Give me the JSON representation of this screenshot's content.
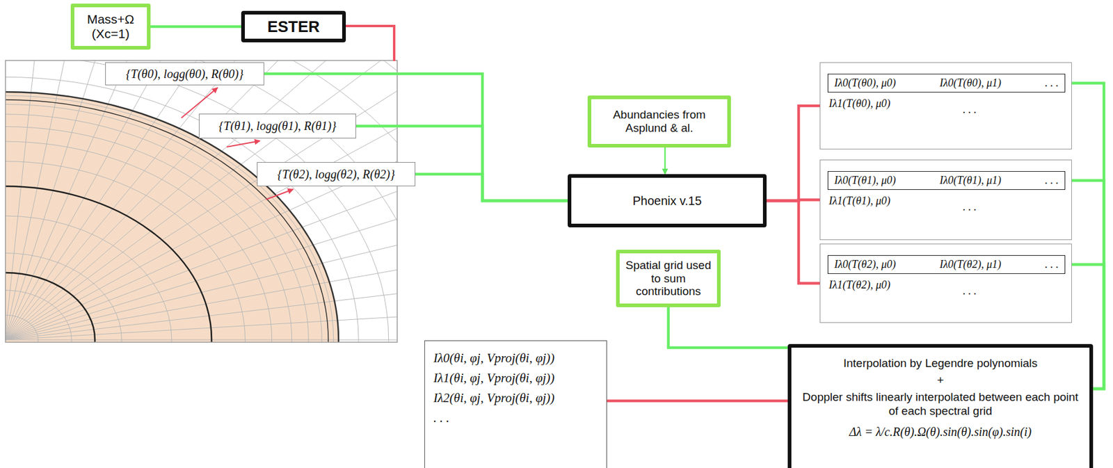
{
  "diagram": {
    "nodes": [
      {
        "text": [
          "Mass+Ω (Xc=1)"
        ]
      },
      {
        "text": [
          "ESTER"
        ]
      },
      {
        "text": [
          "{T(θ0), logg(θ0), R(θ0)}"
        ]
      },
      {
        "text": [
          "{T(θ1), logg(θ1), R(θ1)}"
        ]
      },
      {
        "text": [
          "{T(θ2), logg(θ2), R(θ2)}"
        ]
      },
      {
        "text": [
          "Abundancies from Asplund & al."
        ]
      },
      {
        "text": [
          "Phoenix v.15"
        ]
      },
      {
        "text": [
          "Iλ1(T(θ0), μ0)",
          ". . ."
        ]
      },
      {
        "text": [
          "Iλ0(T(θ0), μ0)",
          "Iλ0(T(θ0), μ1)",
          ". . ."
        ],
        "in": 7
      },
      {
        "text": [
          "Iλ1(T(θ1), μ0)",
          ". . ."
        ]
      },
      {
        "text": [
          "Iλ0(T(θ1), μ0)",
          "Iλ0(T(θ1), μ1)",
          ". . ."
        ],
        "in": 9
      },
      {
        "text": [
          "Iλ1(T(θ2), μ0)",
          ". . ."
        ]
      },
      {
        "text": [
          "Iλ0(T(θ2), μ0)",
          "Iλ0(T(θ2), μ1)",
          ". . ."
        ],
        "in": 11
      },
      {
        "text": [
          "Spatial grid used to sum contributions"
        ]
      },
      {
        "text": [
          "Interpolation by Legendre polynomials",
          "+",
          "Doppler shifts linearly interpolated between each point of each spectral grid",
          "Δλ = λ/c.R(θ).Ω(θ).sin(θ).sin(φ).sin(i)"
        ]
      },
      {
        "text": [
          "Iλ0(θi, φj, Vproj(θi, φj))",
          "Iλ1(θi, φj, Vproj(θi, φj))",
          "Iλ2(θi, φj, Vproj(θi, φj))",
          ". . ."
        ]
      }
    ],
    "edges": [
      {
        "from": 0,
        "to": 1,
        "arrow": "none"
      },
      {
        "from": 2,
        "to": 6,
        "arrow": "none"
      },
      {
        "from": 3,
        "to": 6,
        "arrow": "none"
      },
      {
        "from": 4,
        "to": 6,
        "arrow": "none"
      },
      {
        "from": 5,
        "to": 6,
        "arrow": "to"
      },
      {
        "from": 6,
        "to": 7,
        "arrow": "none"
      },
      {
        "from": 6,
        "to": 9,
        "arrow": "none"
      },
      {
        "from": 6,
        "to": 11,
        "arrow": "none"
      },
      {
        "from": 8,
        "to": 14,
        "arrow": "none"
      },
      {
        "from": 10,
        "to": 14,
        "arrow": "none"
      },
      {
        "from": 12,
        "to": 14,
        "arrow": "none"
      },
      {
        "from": 13,
        "to": 14,
        "arrow": "none"
      },
      {
        "from": 14,
        "to": 15,
        "arrow": "none"
      }
    ]
  }
}
